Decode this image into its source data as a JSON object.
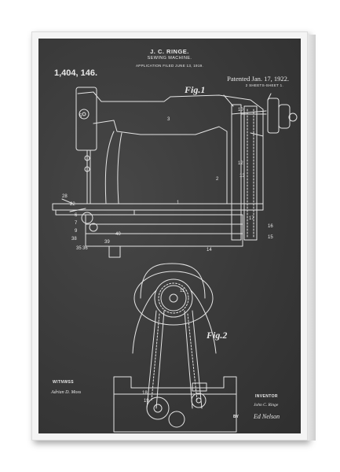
{
  "patent": {
    "inventor_header": "J. C. RINGE.",
    "title": "SEWING MACHINE.",
    "application_line": "APPLICATION FILED JUNE 13, 1919.",
    "number": "1,404, 146.",
    "patented": "Patented Jan. 17, 1922.",
    "sheets": "2 SHEETS-SHEET 1."
  },
  "figures": {
    "fig1_label": "Fig.1",
    "fig2_label": "Fig.2"
  },
  "footer": {
    "witness_label": "WITNWSS",
    "witness_signature": "Adrian D. Moss",
    "inventor_label": "INVENTOR",
    "inventor_name": "John C. Ringe",
    "by_label": "BY",
    "attorney_signature": "Ed Nelson"
  },
  "reference_numerals": [
    "3",
    "1",
    "2",
    "10",
    "12",
    "13",
    "14",
    "15",
    "16",
    "17",
    "18",
    "19",
    "40",
    "11",
    "6",
    "7",
    "9",
    "5",
    "38",
    "36",
    "35",
    "39",
    "28",
    "22"
  ],
  "colors": {
    "chalkboard": "#3b3b3b",
    "line": "#e8e8e8",
    "frame": "#f4f4f4"
  }
}
